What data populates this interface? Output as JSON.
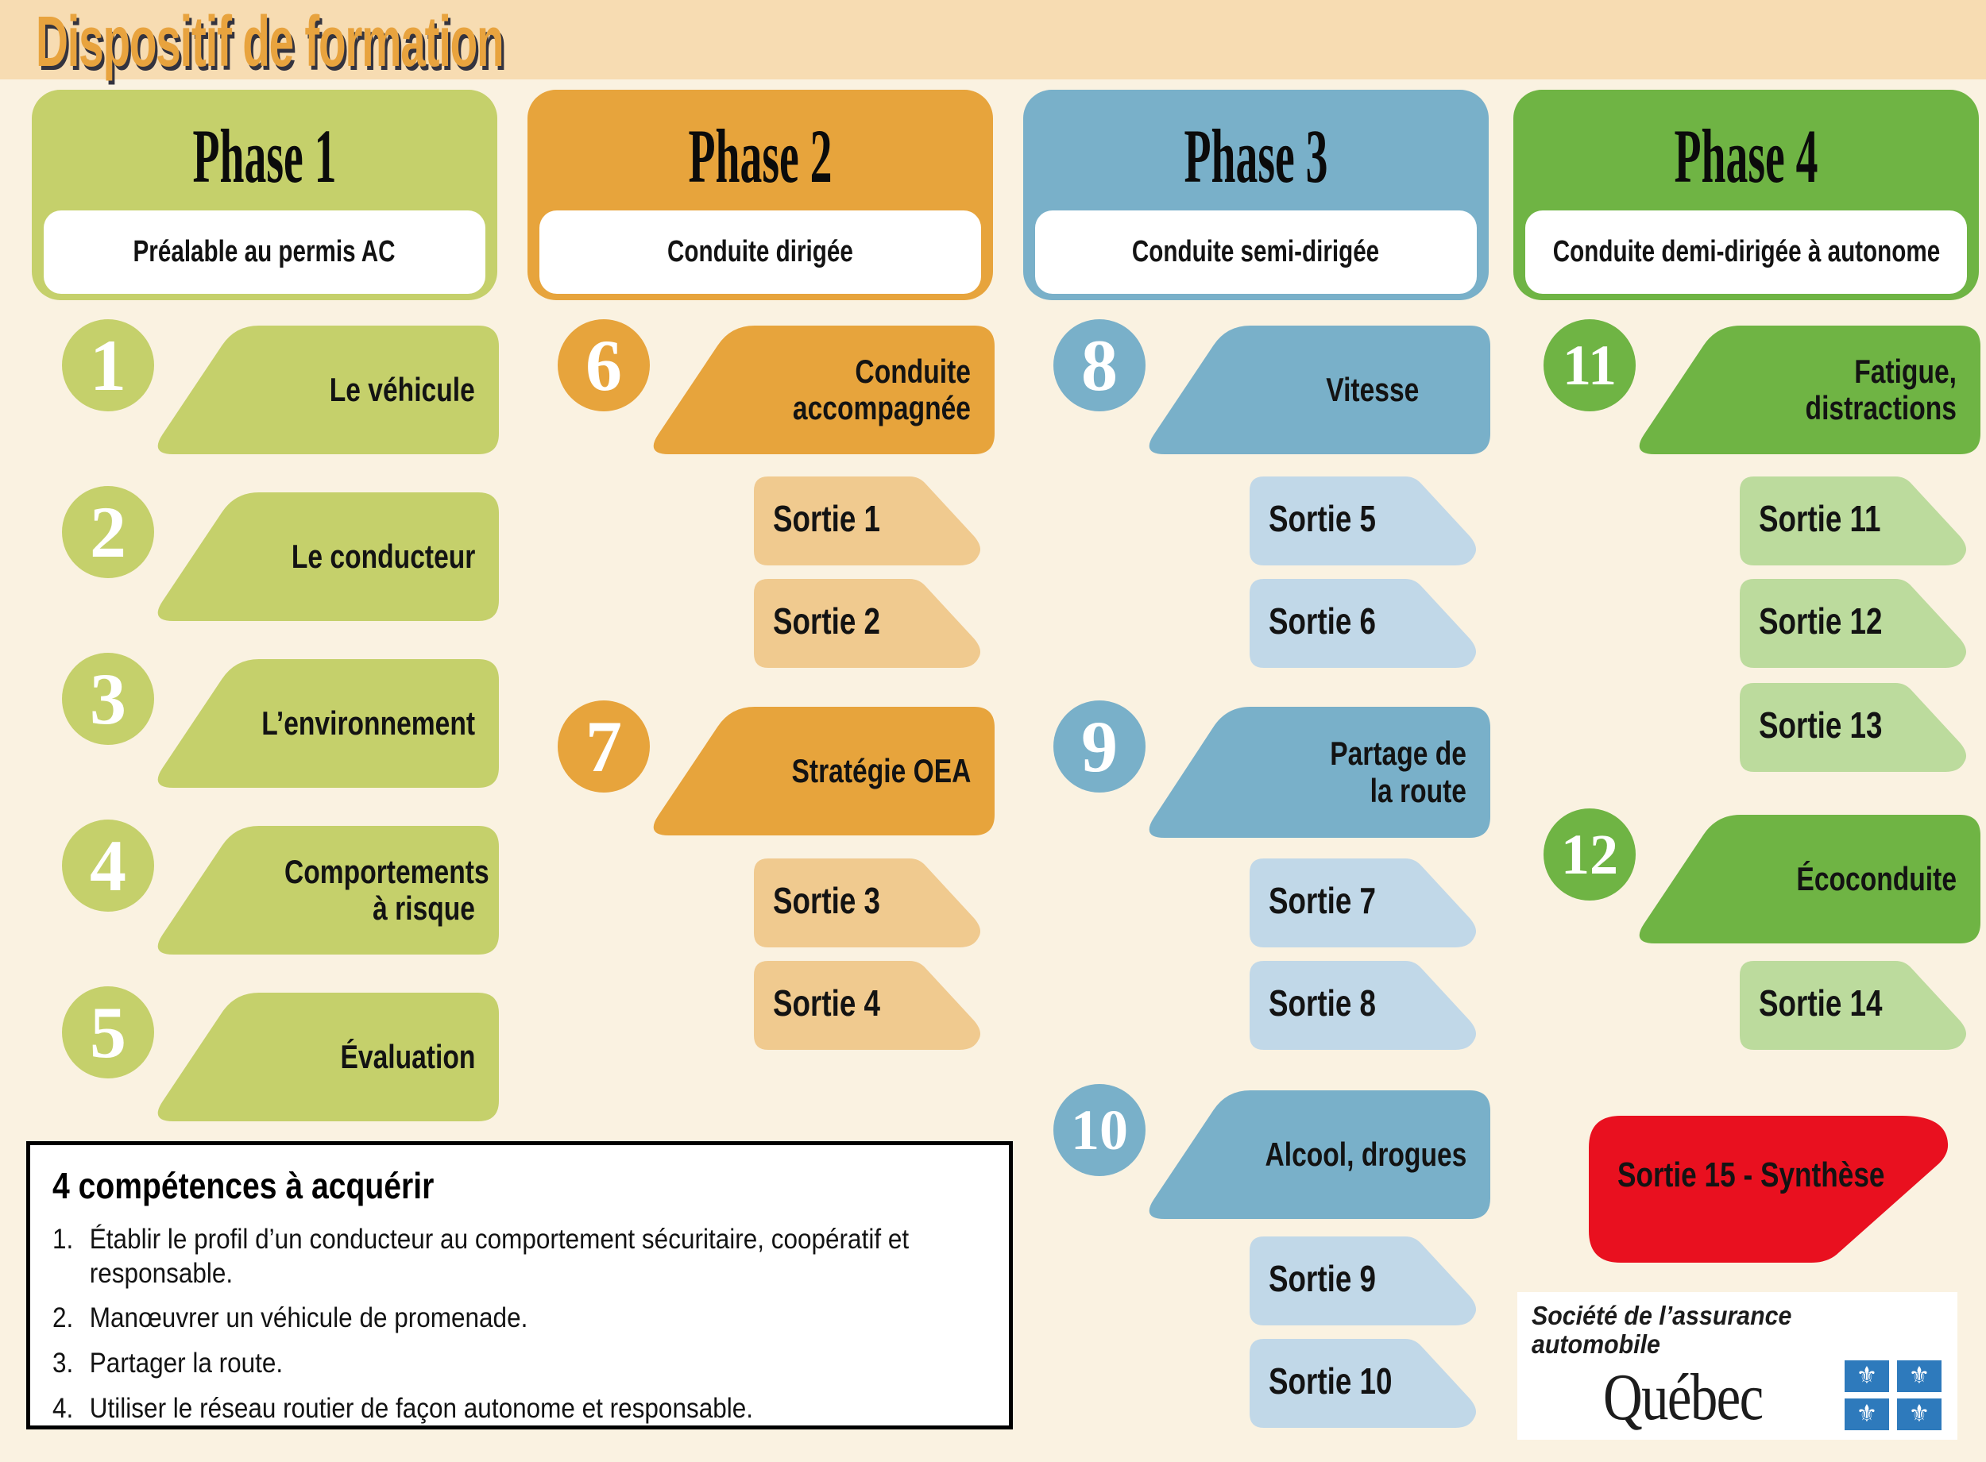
{
  "header": {
    "title": "Dispositif de formation"
  },
  "palette": {
    "background": "#faf2e1",
    "title_band": "#f7dcb2",
    "title_text": "#e8a33e",
    "title_shadow": "#33333f",
    "phase1": "#c5d06b",
    "phase2": "#e7a43c",
    "phase2_sortie": "#f0ca8f",
    "phase3": "#79b0c9",
    "phase3_sortie": "#c1d8e8",
    "phase4": "#6fb444",
    "phase4_sortie": "#bcdb9d",
    "final_exit_red": "#e9101f",
    "flag_blue": "#2e7abc",
    "label_text": "#131313"
  },
  "phases": [
    {
      "name": "Phase 1",
      "subtitle": "Préalable au permis AC",
      "color": "#c5d06b",
      "modules": [
        {
          "num": "1",
          "label": "Le véhicule"
        },
        {
          "num": "2",
          "label": "Le conducteur"
        },
        {
          "num": "3",
          "label": "L’environnement"
        },
        {
          "num": "4",
          "label": "Comportements à risque"
        },
        {
          "num": "5",
          "label": "Évaluation"
        }
      ],
      "sorties": []
    },
    {
      "name": "Phase 2",
      "subtitle": "Conduite dirigée",
      "color": "#e7a43c",
      "sortie_color": "#f0ca8f",
      "modules": [
        {
          "num": "6",
          "label": "Conduite accompagnée"
        },
        {
          "num": "7",
          "label": "Stratégie OEA"
        }
      ],
      "sorties": [
        "Sortie 1",
        "Sortie 2",
        "Sortie 3",
        "Sortie 4"
      ]
    },
    {
      "name": "Phase 3",
      "subtitle": "Conduite semi-dirigée",
      "color": "#79b0c9",
      "sortie_color": "#c1d8e8",
      "modules": [
        {
          "num": "8",
          "label": "Vitesse"
        },
        {
          "num": "9",
          "label": "Partage de la route"
        },
        {
          "num": "10",
          "label": "Alcool, drogues"
        }
      ],
      "sorties": [
        "Sortie 5",
        "Sortie 6",
        "Sortie 7",
        "Sortie 8",
        "Sortie 9",
        "Sortie 10"
      ]
    },
    {
      "name": "Phase 4",
      "subtitle": "Conduite demi-dirigée à autonome",
      "color": "#6fb444",
      "sortie_color": "#bcdb9d",
      "modules": [
        {
          "num": "11",
          "label": "Fatigue, distractions"
        },
        {
          "num": "12",
          "label": "Écoconduite"
        }
      ],
      "sorties": [
        "Sortie 11",
        "Sortie 12",
        "Sortie 13",
        "Sortie 14"
      ]
    }
  ],
  "final_exit": {
    "label": "Sortie 15 - Synthèse",
    "color": "#e9101f"
  },
  "competences": {
    "title": "4 compétences à acquérir",
    "items": [
      {
        "num": "1.",
        "text": "Établir le profil d’un conducteur au comportement sécuritaire, coopératif et responsable."
      },
      {
        "num": "2.",
        "text": "Manœuvrer un véhicule de promenade."
      },
      {
        "num": "3.",
        "text": "Partager la route."
      },
      {
        "num": "4.",
        "text": "Utiliser le réseau routier de façon autonome et responsable."
      }
    ]
  },
  "logo": {
    "line1": "Société de l’assurance",
    "line2": "automobile",
    "wordmark": "Québec",
    "fleur_de_lis": "⚜"
  }
}
